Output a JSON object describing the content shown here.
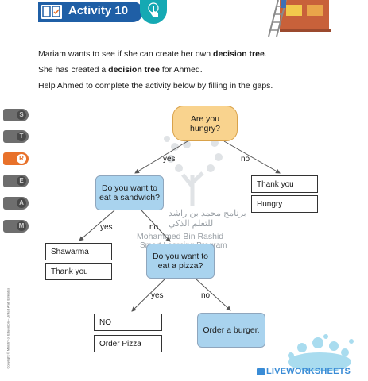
{
  "header": {
    "title": "Activity 10",
    "icons": [
      "worksheet-icon",
      "tap-hand-icon"
    ]
  },
  "instructions": [
    {
      "before": "Mariam wants to see if she can create her own ",
      "bold": "decision tree",
      "after": "."
    },
    {
      "before": "She has created a ",
      "bold": "decision tree",
      "after": " for Ahmed."
    },
    {
      "before": "Help Ahmed to complete the activity below by filling in the gaps.",
      "bold": "",
      "after": ""
    }
  ],
  "side_tabs": [
    {
      "letter": "S",
      "active": false
    },
    {
      "letter": "T",
      "active": false
    },
    {
      "letter": "R",
      "active": true
    },
    {
      "letter": "E",
      "active": false
    },
    {
      "letter": "A",
      "active": false
    },
    {
      "letter": "M",
      "active": false
    }
  ],
  "copyright": "Copyright © Ministry of Education – United Arab Emirates",
  "watermark": {
    "arabic_line1": "برنامج محمد بن راشد",
    "arabic_line2": "للتعلم الذكي",
    "english_line1": "Mohammed Bin Rashid",
    "english_line2": "Smart Learning Program"
  },
  "tree": {
    "q1": {
      "line1": "Are you",
      "line2": "hungry?"
    },
    "q2": {
      "line1": "Do you want to",
      "line2": "eat a sandwich?"
    },
    "q3": {
      "line1": "Do you want to",
      "line2": "eat a pizza?"
    },
    "burger": "Order a burger.",
    "labels": {
      "yes1": "yes",
      "no1": "no",
      "yes2": "yes",
      "no2": "no",
      "yes3": "yes",
      "no3": "no"
    },
    "answer_boxes": {
      "thank_you_1": "Thank you",
      "hungry": "Hungry",
      "shawarma": "Shawarma",
      "thank_you_2": "Thank you",
      "no": "NO",
      "order_pizza": "Order Pizza"
    }
  },
  "footer": {
    "brand": "LIVEWORKSHEETS"
  },
  "colors": {
    "header_blue": "#1f5fa6",
    "tap_teal": "#15a9b3",
    "active_tab": "#e8712a",
    "tab_gray": "#6e6e6e",
    "node_orange": "#f9d38e",
    "node_blue": "#a9d3ee",
    "brand_blue": "#3a8cd6"
  }
}
